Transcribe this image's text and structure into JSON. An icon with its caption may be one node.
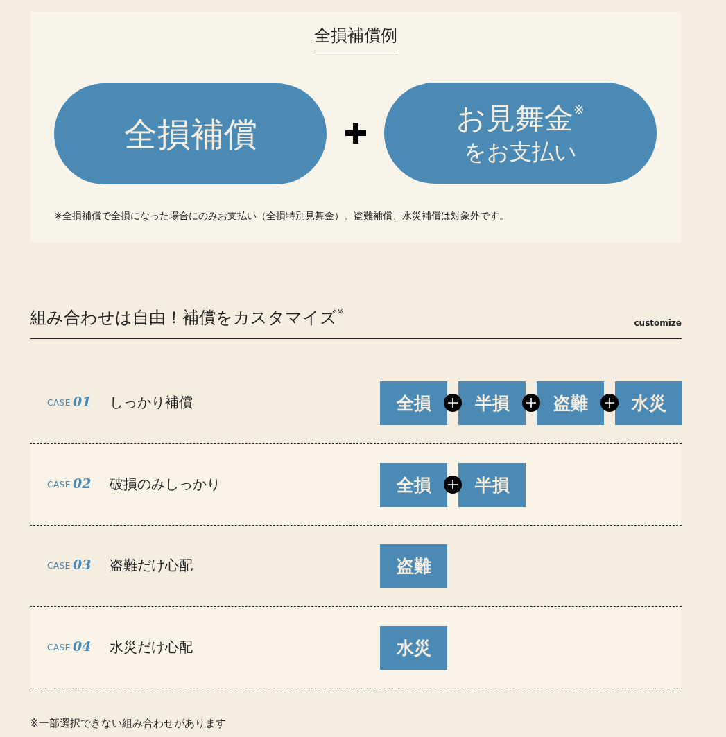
{
  "diagram": {
    "title": "全損補償例",
    "nodes": [
      {
        "text": [
          "全損補償"
        ]
      },
      {
        "text": [
          "お見舞金$^{※}$",
          "をお支払い"
        ]
      },
      {
        "text": [
          "CASE",
          "01",
          "しっかり補償"
        ]
      },
      {
        "text": [
          "全損"
        ],
        "in": 2
      },
      {
        "text": [
          "半損"
        ],
        "in": 2
      },
      {
        "text": [
          "盗難"
        ],
        "in": 2
      },
      {
        "text": [
          "水災"
        ],
        "in": 2
      },
      {
        "text": [
          "CASE",
          "02",
          "破損のみしっかり"
        ]
      },
      {
        "text": [
          "全損"
        ],
        "in": 7
      },
      {
        "text": [
          "半損"
        ],
        "in": 7
      },
      {
        "text": [
          "CASE",
          "03",
          "盗難だけ心配"
        ]
      },
      {
        "text": [
          "盗難"
        ],
        "in": 10
      },
      {
        "text": [
          "CASE",
          "04",
          "水災だけ心配"
        ]
      },
      {
        "text": [
          "水災"
        ],
        "in": 12
      }
    ],
    "labels": [
      "※全損補償で全損になった場合にのみお支払い（全損特別見舞金）。盗難補償、水災補償は対象外です。",
      "組み合わせは自由！補償をカスタマイズ$^{※}$",
      "customize",
      "※一部選択できない組み合わせがあります"
    ]
  }
}
